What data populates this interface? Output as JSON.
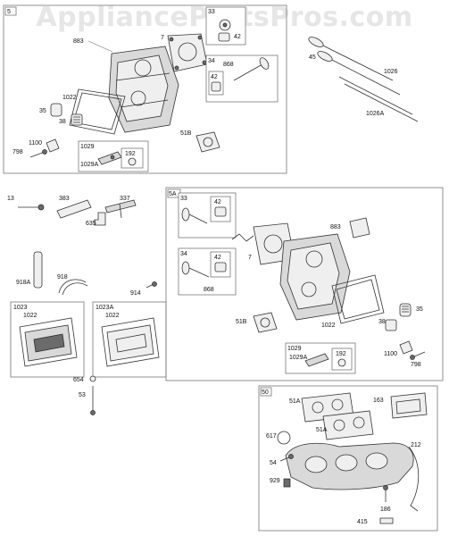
{
  "watermark": "AppliancePartsPros.com",
  "sections": {
    "s5": "5",
    "s5a": "5A",
    "s50": "50",
    "s1023": "1023",
    "s1023a": "1023A",
    "s1029": "1029",
    "s1029b": "1029",
    "s33": "33",
    "s34": "34",
    "s33b": "33",
    "s34b": "34"
  },
  "labels": {
    "l883": "883",
    "l7": "7",
    "l33": "33",
    "l868": "868",
    "l42": "42",
    "l34": "34",
    "l1022": "1022",
    "l35": "35",
    "l38": "38",
    "l51B": "51B",
    "l1100": "1100",
    "l798": "798",
    "l1029A": "1029A",
    "l192": "192",
    "l45": "45",
    "l1026": "1026",
    "l1026A": "1026A",
    "l13": "13",
    "l383": "383",
    "l337": "337",
    "l635": "635",
    "l918A": "918A",
    "l918": "918",
    "l914": "914",
    "l1022b": "1022",
    "l1022c": "1022",
    "l654": "654",
    "l53": "53",
    "l883b": "883",
    "l7b": "7",
    "l42b": "42",
    "l42c": "42",
    "l868b": "868",
    "l51Bb": "51B",
    "l1022d": "1022",
    "l35b": "35",
    "l38b": "38",
    "l1029Ab": "1029A",
    "l192b": "192",
    "l1100b": "1100",
    "l798b": "798",
    "l163": "163",
    "l51A": "51A",
    "l51Ab": "51A",
    "l617": "617",
    "l212": "212",
    "l54": "54",
    "l929": "929",
    "l186": "186",
    "l415": "415"
  }
}
